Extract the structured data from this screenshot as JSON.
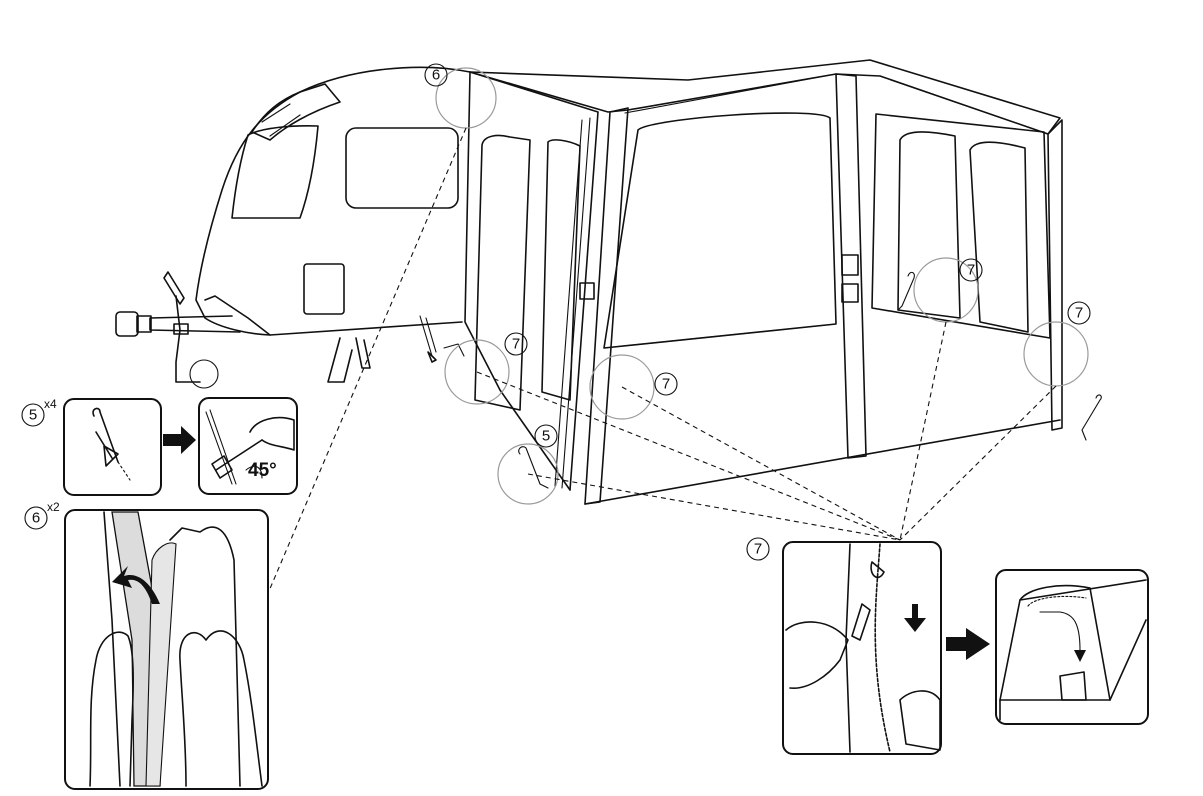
{
  "callouts": {
    "step5": "5",
    "step6": "6",
    "step7": "7"
  },
  "multipliers": {
    "x4": "x4",
    "x2": "x2"
  },
  "angle_label": "45°",
  "icons": [
    "caravan",
    "awning",
    "tent-peg",
    "mallet",
    "zipper",
    "hand",
    "arrow"
  ]
}
